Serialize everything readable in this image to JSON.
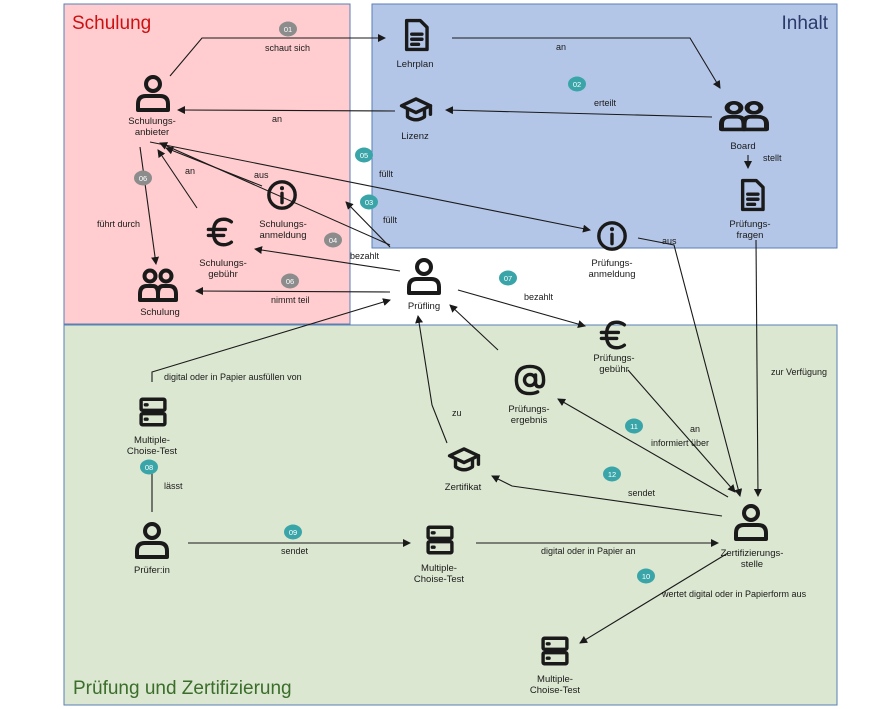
{
  "sections": {
    "schulung": {
      "title": "Schulung",
      "title_color": "#cc1111",
      "fill": "#ffc9cb"
    },
    "inhalt": {
      "title": "Inhalt",
      "title_color": "#2b3a6b",
      "fill": "#b4c6e7"
    },
    "pruefung": {
      "title": "Prüfung und Zertifizierung",
      "title_color": "#3a6e2a",
      "fill": "#dbe7d1"
    }
  },
  "nodes": {
    "schulungsanbieter": {
      "lines": [
        "Schulungs-",
        "anbieter"
      ],
      "icon": "person-icon"
    },
    "schulung": {
      "lines": [
        "Schulung"
      ],
      "icon": "group-icon"
    },
    "schulungsgebuehr": {
      "lines": [
        "Schulungs-",
        "gebühr"
      ],
      "icon": "euro-icon"
    },
    "schulungsanmeldung": {
      "lines": [
        "Schulungs-",
        "anmeldung"
      ],
      "icon": "info-icon"
    },
    "lehrplan": {
      "lines": [
        "Lehrplan"
      ],
      "icon": "document-icon"
    },
    "lizenz": {
      "lines": [
        "Lizenz"
      ],
      "icon": "graduation-cap-icon"
    },
    "board": {
      "lines": [
        "Board"
      ],
      "icon": "group-icon"
    },
    "pruefungsfragen": {
      "lines": [
        "Prüfungs-",
        "fragen"
      ],
      "icon": "document-icon"
    },
    "pruefungsanmeldung": {
      "lines": [
        "Prüfungs-",
        "anmeldung"
      ],
      "icon": "info-icon"
    },
    "pruefling": {
      "lines": [
        "Prüfling"
      ],
      "icon": "person-icon"
    },
    "pruefungsgebuehr": {
      "lines": [
        "Prüfungs-",
        "gebühr"
      ],
      "icon": "euro-icon"
    },
    "pruefungsergebnis": {
      "lines": [
        "Prüfungs-",
        "ergebnis"
      ],
      "icon": "at-icon"
    },
    "zertifikat": {
      "lines": [
        "Zertifikat"
      ],
      "icon": "graduation-cap-icon"
    },
    "mct1": {
      "lines": [
        "Multiple-",
        "Choise-Test"
      ],
      "icon": "server-icon"
    },
    "prueferin": {
      "lines": [
        "Prüfer:in"
      ],
      "icon": "person-icon"
    },
    "mct2": {
      "lines": [
        "Multiple-",
        "Choise-Test"
      ],
      "icon": "server-icon"
    },
    "zertifizierungsstelle": {
      "lines": [
        "Zertifizierungs-",
        "stelle"
      ],
      "icon": "person-icon"
    },
    "mct3": {
      "lines": [
        "Multiple-",
        "Choise-Test"
      ],
      "icon": "server-icon"
    }
  },
  "edge_labels": {
    "schaut_sich": "schaut sich",
    "an_lehrplan_board": "an",
    "erteilt": "erteilt",
    "an_lizenz_anbieter": "an",
    "stellt": "stellt",
    "fuellt_05": "füllt",
    "fuellt_03": "füllt",
    "aus_schulungsanmeldung": "aus",
    "an_gebuehr": "an",
    "fuehrt_durch": "führt durch",
    "bezahlt_schulung": "bezahlt",
    "nimmt_teil": "nimmt teil",
    "aus_pruefungsanmeldung": "aus",
    "bezahlt_pruefung": "bezahlt",
    "zur_verfuegung": "zur Verfügung",
    "digital_papier_ausfuellen": "digital oder in Papier ausfüllen von",
    "zu": "zu",
    "an_gebuehr_zert": "an",
    "informiert_ueber": "informiert über",
    "laesst": "lässt",
    "sendet_zertifikat": "sendet",
    "sendet_mct": "sendet",
    "digital_papier_an": "digital oder in Papier an",
    "wertet_aus": "wertet digital oder in Papierform aus"
  },
  "badges": {
    "b01": "01",
    "b02": "02",
    "b03": "03",
    "b04": "04",
    "b05": "05",
    "b06a": "06",
    "b06b": "06",
    "b07": "07",
    "b08": "08",
    "b09": "09",
    "b10": "10",
    "b11": "11",
    "b12": "12"
  },
  "colors": {
    "badge_teal": "#3aa5a8",
    "badge_gray": "#8c8c8c",
    "ink": "#1a1a1a"
  }
}
